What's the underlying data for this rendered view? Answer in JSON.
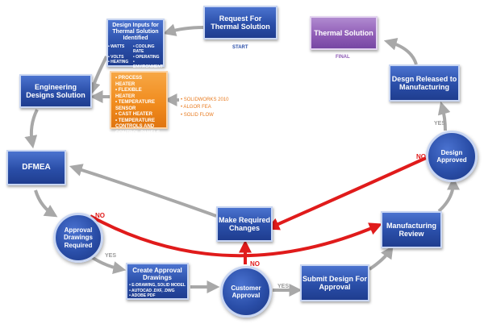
{
  "nodes": {
    "request": "Request For Thermal Solution",
    "design_inputs_title": "Design Inputs for Thermal Solution Identified",
    "design_inputs_items": [
      "WATTS",
      "VOLTS",
      "HEATING",
      "COOLING RATE",
      "OPERATING",
      "ENVIRONMENT"
    ],
    "engineering": "Engineering Designs Solution",
    "heater_items": [
      "PROCESS HEATER",
      "FLEXIBLE HEATER",
      "TEMPERATURE SENSOR",
      "CAST HEATER",
      "TEMPERATURE CONTROLS AND CONTROL PANELS"
    ],
    "software_items": [
      "SOLIDWORKS 2010",
      "ALGOR FEA",
      "SOLID FLOW"
    ],
    "dfmea": "DFMEA",
    "approval_required": "Approval Drawings Required",
    "create_drawings": "Create Approval Drawings",
    "create_drawings_items": [
      "E-DRAWING, SOLID MODEL",
      "AUTOCAD .DXF, .DWG",
      "ADOBE PDF"
    ],
    "customer": "Customer Approval",
    "submit": "Submit Design For Approval",
    "make_changes": "Make Required Changes",
    "mfg_review": "Manufacturing Review",
    "design_approved": "Design Approved",
    "released": "Desgn Released to Manufacturing",
    "thermal": "Thermal Solution"
  },
  "labels": {
    "start": "START",
    "final": "FINAL",
    "yes_1": "YES",
    "yes_2": "YES",
    "yes_3": "YES",
    "no_1": "NO",
    "no_2": "NO",
    "no_3": "NO"
  },
  "colors": {
    "box_blue": "#2a4ea8",
    "orange": "#f08a1c",
    "purple": "#8e5bb5",
    "gray_arrow": "#a8a8a8",
    "red_arrow": "#e01b1b"
  }
}
